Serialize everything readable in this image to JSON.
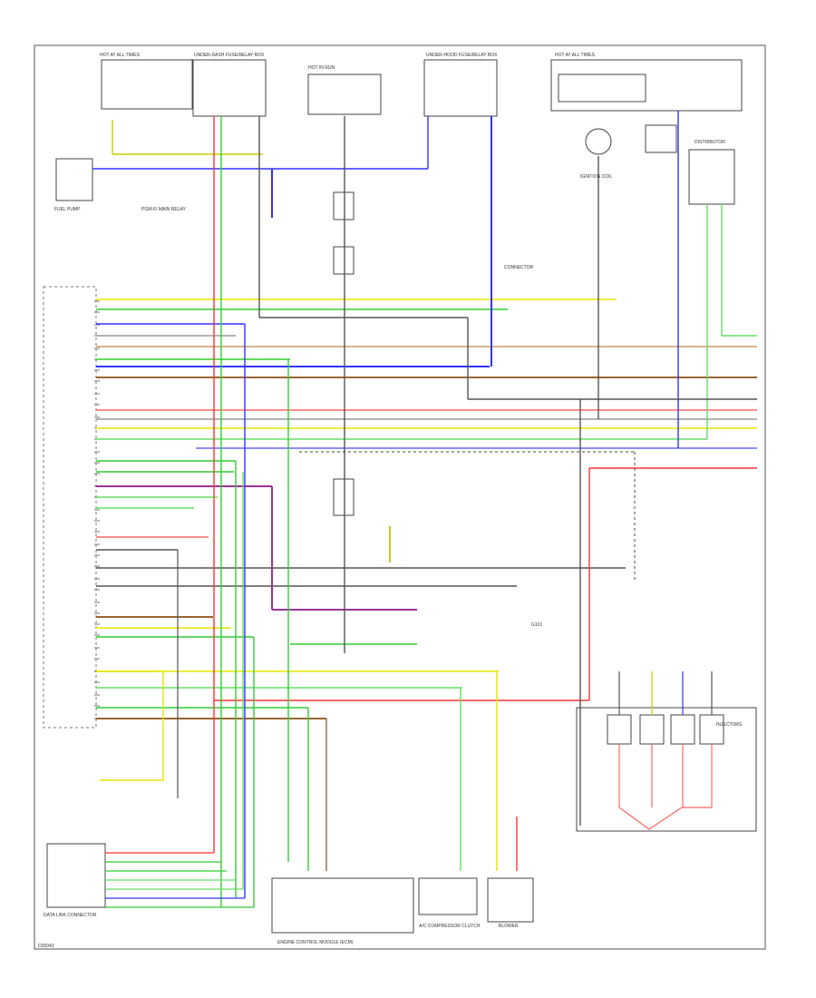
{
  "labels": {
    "hot_at_all_times_1": "HOT AT ALL TIMES",
    "fuse_relay_left": "UNDER-DASH FUSE/RELAY BOX",
    "hot_in_run": "HOT IN RUN",
    "fuse_relay_right": "UNDER-HOOD FUSE/RELAY BOX",
    "hot_at_all_times_2": "HOT AT ALL TIMES",
    "fuel_pump": "FUEL PUMP",
    "connector_note": "CONNECTOR",
    "pgm_fi_relay": "PGM-FI MAIN RELAY",
    "ground": "G101",
    "ecm_pcm": "ENGINE CONTROL MODULE (ECM)",
    "data_link": "DATA LINK CONNECTOR",
    "blower": "BLOWER",
    "a_c_compressor": "A/C COMPRESSOR CLUTCH",
    "ignition_coil": "IGNITION COIL",
    "distributor": "DISTRIBUTOR",
    "injectors": "INJECTORS",
    "footer_code": "D25043"
  },
  "wire_colors": {
    "yellow": "#e6e600",
    "green": "#33cc33",
    "blue": "#3333ff",
    "red": "#ff3333",
    "brown": "#996633",
    "purple": "#993399",
    "black": "#222222",
    "gray": "#888888"
  }
}
